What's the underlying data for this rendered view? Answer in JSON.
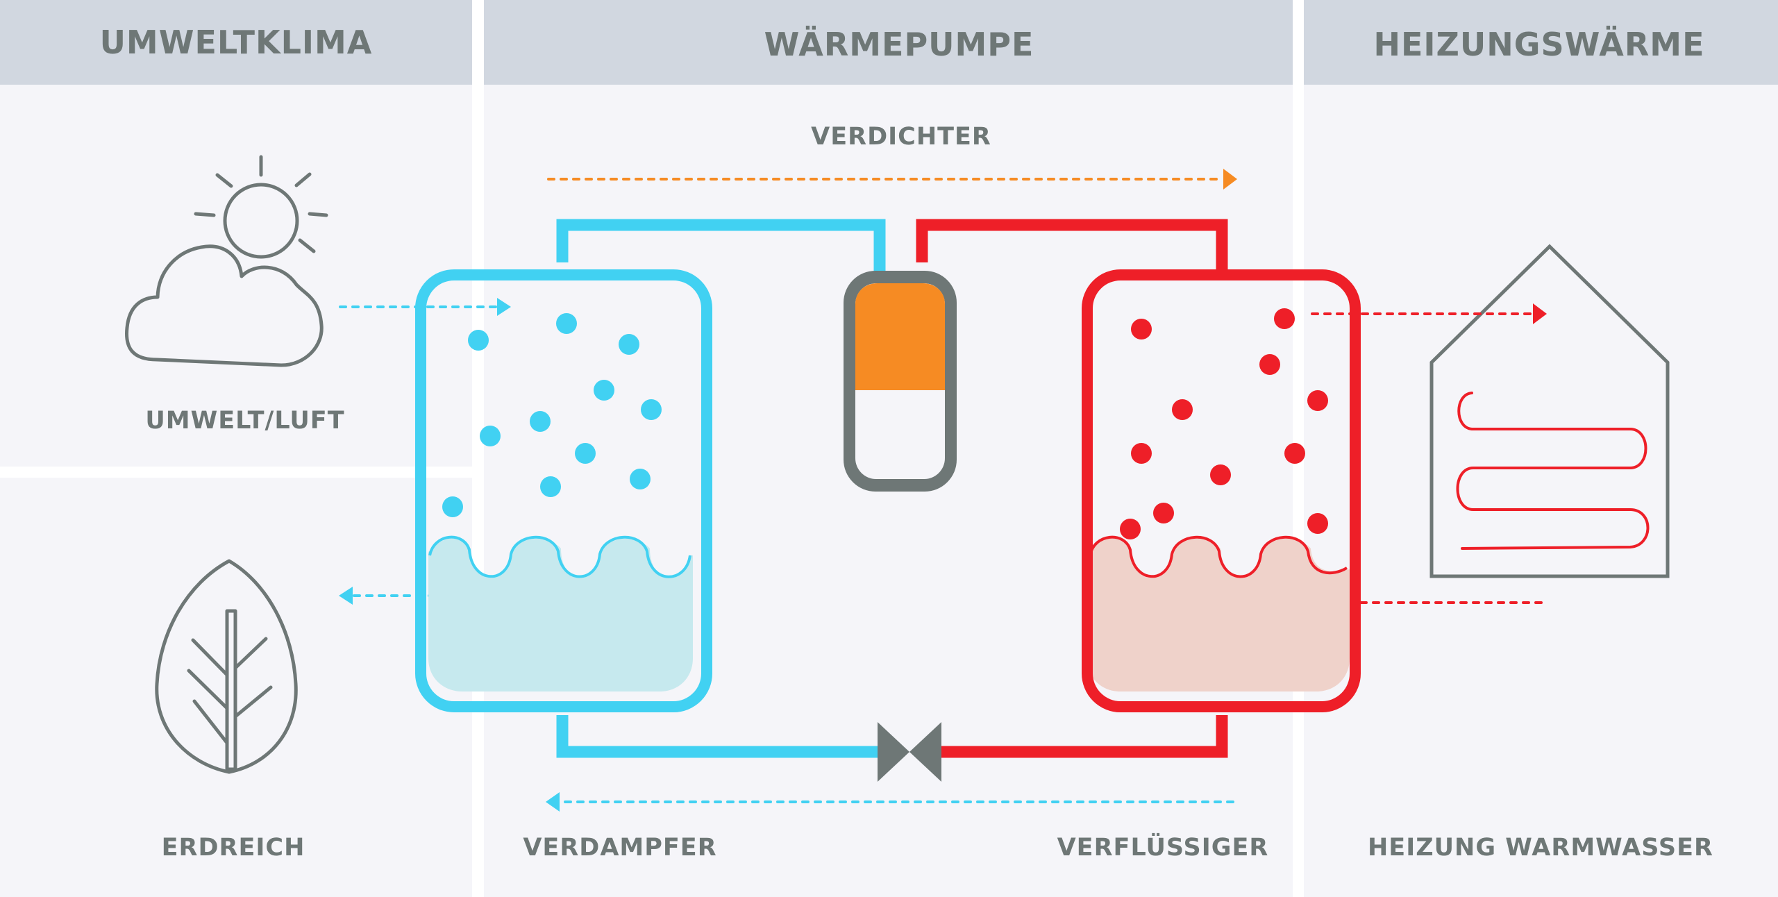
{
  "sections": {
    "environment": {
      "title": "UMWELTKLIMA",
      "air_label": "UMWELT/LUFT",
      "ground_label": "ERDREICH"
    },
    "heatpump": {
      "title": "WÄRMEPUMPE",
      "compressor_label": "VERDICHTER",
      "evaporator_label": "VERDAMPFER",
      "condenser_label": "VERFLÜSSIGER"
    },
    "heating": {
      "title": "HEIZUNGSWÄRME",
      "label": "HEIZUNG WARMWASSER"
    }
  },
  "colors": {
    "header_bg": "#d1d7e0",
    "panel_bg": "#f5f5f9",
    "gray": "#6e7776",
    "cold": "#41d1f2",
    "cold_fill": "#c6e9ee",
    "hot": "#ee1f28",
    "hot_fill": "#efd2ca",
    "compressor": "#f68b23"
  },
  "icons": [
    "sun-cloud-icon",
    "leaf-icon",
    "house-floor-heating-icon"
  ]
}
